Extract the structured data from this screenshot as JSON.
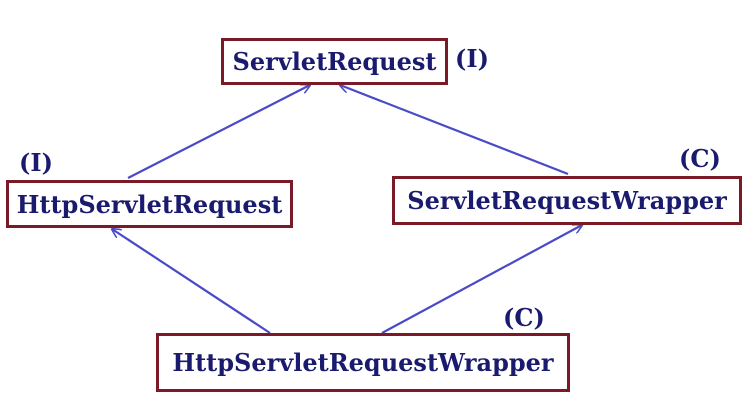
{
  "nodes": {
    "servlet_request": {
      "label": "ServletRequest",
      "tag": "(I)"
    },
    "http_servlet_request": {
      "label": "HttpServletRequest",
      "tag": "(I)"
    },
    "servlet_request_wrapper": {
      "label": "ServletRequestWrapper",
      "tag": "(C)"
    },
    "http_servlet_request_wrapper": {
      "label": "HttpServletRequestWrapper",
      "tag": "(C)"
    }
  },
  "colors": {
    "box_border": "#7a1a26",
    "text": "#1a1a6e",
    "arrow": "#4a4ac8"
  }
}
